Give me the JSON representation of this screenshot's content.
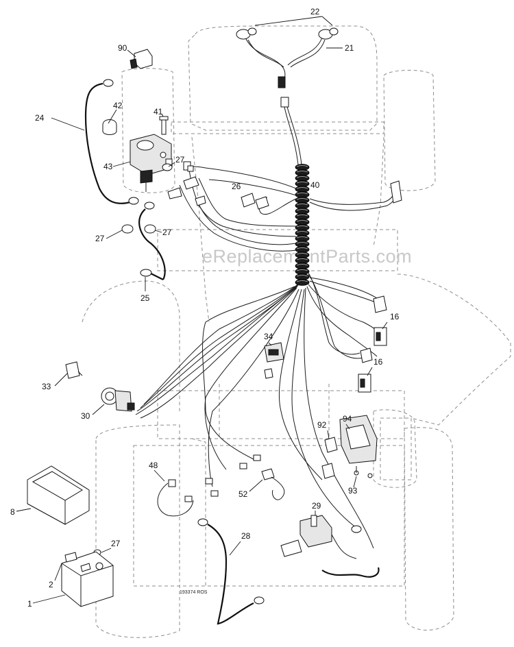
{
  "callouts": [
    {
      "id": "c22",
      "text": "22"
    },
    {
      "id": "c21",
      "text": "21"
    },
    {
      "id": "c90",
      "text": "90"
    },
    {
      "id": "c24",
      "text": "24"
    },
    {
      "id": "c42",
      "text": "42"
    },
    {
      "id": "c41",
      "text": "41"
    },
    {
      "id": "c43",
      "text": "43"
    },
    {
      "id": "c27a",
      "text": "27"
    },
    {
      "id": "c26",
      "text": "26"
    },
    {
      "id": "c40",
      "text": "40"
    },
    {
      "id": "c27b",
      "text": "27"
    },
    {
      "id": "c27c",
      "text": "27"
    },
    {
      "id": "c25",
      "text": "25"
    },
    {
      "id": "c16a",
      "text": "16"
    },
    {
      "id": "c34",
      "text": "34"
    },
    {
      "id": "c16b",
      "text": "16"
    },
    {
      "id": "c33",
      "text": "33"
    },
    {
      "id": "c30",
      "text": "30"
    },
    {
      "id": "c94",
      "text": "94"
    },
    {
      "id": "c92",
      "text": "92"
    },
    {
      "id": "c48",
      "text": "48"
    },
    {
      "id": "c93",
      "text": "93"
    },
    {
      "id": "c52",
      "text": "52"
    },
    {
      "id": "c8",
      "text": "8"
    },
    {
      "id": "c29",
      "text": "29"
    },
    {
      "id": "c28",
      "text": "28"
    },
    {
      "id": "c27d",
      "text": "27"
    },
    {
      "id": "c2",
      "text": "2"
    },
    {
      "id": "c1",
      "text": "1"
    }
  ],
  "watermark": "eReplacementParts.com",
  "drawing_number": "193374 ROS"
}
